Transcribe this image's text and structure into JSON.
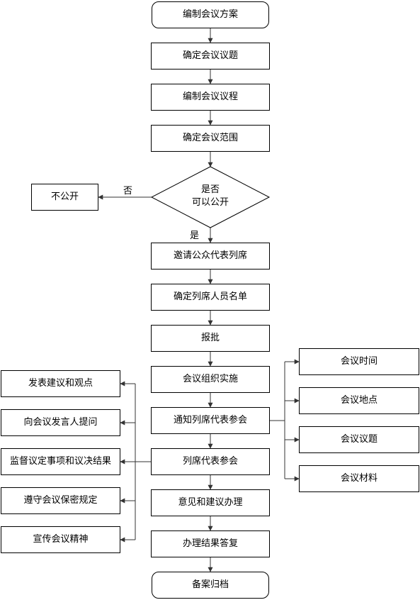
{
  "nodes": {
    "start": "编制会议方案",
    "topic": "确定会议议题",
    "agenda": "编制会议议程",
    "scope": "确定会议范围",
    "decision_line1": "是否",
    "decision_line2": "可以公开",
    "not_public": "不公开",
    "invite": "邀请公众代表列席",
    "attendees": "确定列席人员名单",
    "approve": "报批",
    "implement": "会议组织实施",
    "notify": "通知列席代表参会",
    "attend": "列席代表参会",
    "handle": "意见和建议办理",
    "reply": "办理结果答复",
    "archive": "备案归档"
  },
  "edge_labels": {
    "no": "否",
    "yes": "是"
  },
  "right_items": [
    "会议时间",
    "会议地点",
    "会议议题",
    "会议材料"
  ],
  "left_items": [
    "发表建议和观点",
    "向会议发言人提问",
    "监督议定事项和议决结果",
    "遵守会议保密规定",
    "宣传会议精神"
  ]
}
